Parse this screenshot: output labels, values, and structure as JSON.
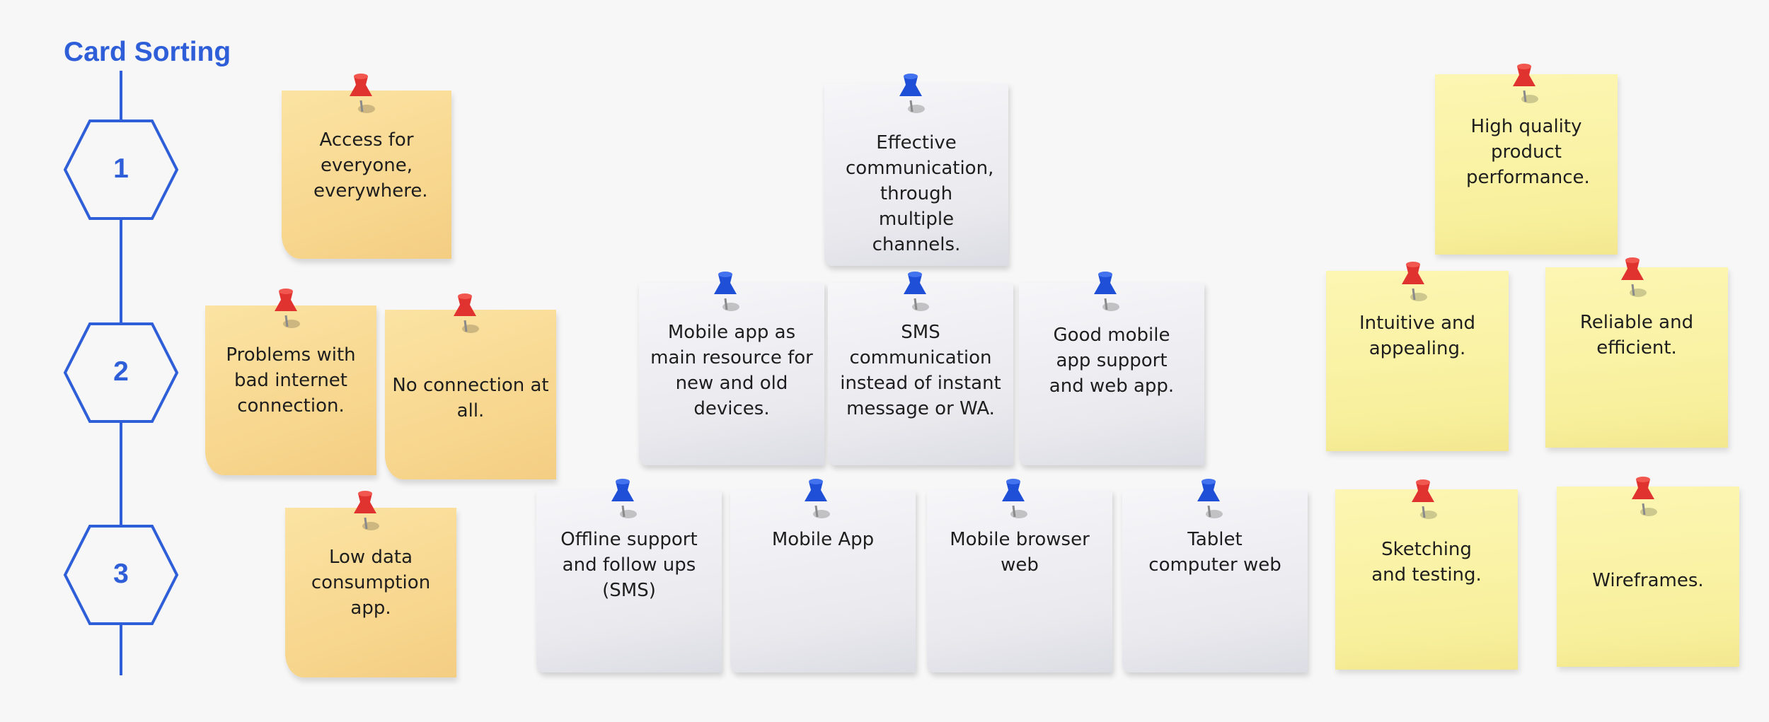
{
  "title": "Card Sorting",
  "steps": [
    {
      "label": "1"
    },
    {
      "label": "2"
    },
    {
      "label": "3"
    }
  ],
  "colors": {
    "accent": "#2f5fd8",
    "pin_red": "#e0322e",
    "pin_blue": "#1f4fd6"
  },
  "notes": [
    {
      "text": "Access for everyone, everywhere.",
      "color": "orange",
      "pin": "red"
    },
    {
      "text": "Problems with bad internet connection.",
      "color": "orange",
      "pin": "red"
    },
    {
      "text": "No connection at all.",
      "color": "orange",
      "pin": "red"
    },
    {
      "text": "Low data consumption app.",
      "color": "orange",
      "pin": "red"
    },
    {
      "text": "Effective communication, through multiple channels.",
      "color": "white",
      "pin": "blue"
    },
    {
      "text": "Mobile app as main resource for new and old devices.",
      "color": "white",
      "pin": "blue"
    },
    {
      "text": "SMS communication instead of instant message or WA.",
      "color": "white",
      "pin": "blue"
    },
    {
      "text": "Good mobile app support and web app.",
      "color": "white",
      "pin": "blue"
    },
    {
      "text": "Offline support and follow ups (SMS)",
      "color": "white",
      "pin": "blue"
    },
    {
      "text": "Mobile App",
      "color": "white",
      "pin": "blue"
    },
    {
      "text": "Mobile browser web",
      "color": "white",
      "pin": "blue"
    },
    {
      "text": "Tablet computer web",
      "color": "white",
      "pin": "blue"
    },
    {
      "text": "High quality product performance.",
      "color": "yellow",
      "pin": "red"
    },
    {
      "text": "Intuitive and appealing.",
      "color": "yellow",
      "pin": "red"
    },
    {
      "text": "Reliable and efficient.",
      "color": "yellow",
      "pin": "red"
    },
    {
      "text": "Sketching and testing.",
      "color": "yellow",
      "pin": "red"
    },
    {
      "text": "Wireframes.",
      "color": "yellow",
      "pin": "red"
    }
  ]
}
